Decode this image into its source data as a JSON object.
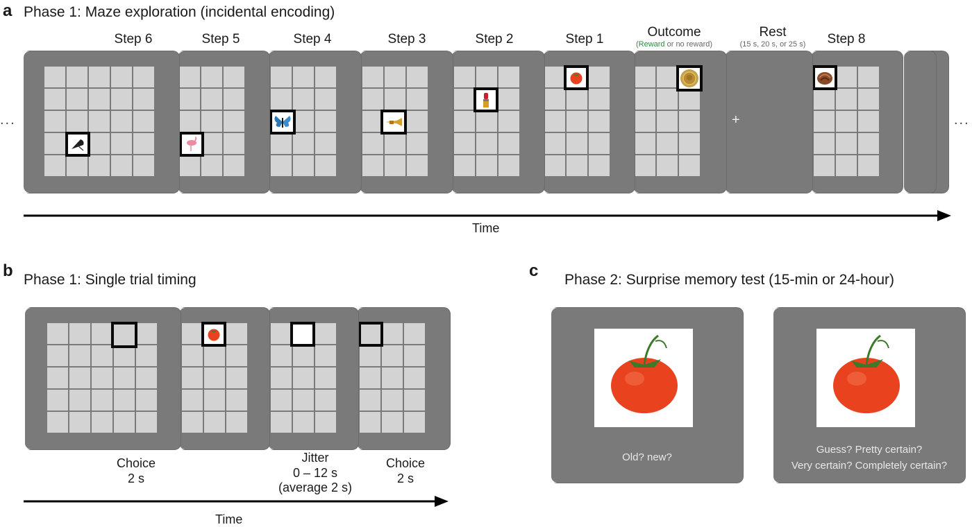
{
  "panel_a": {
    "letter": "a",
    "heading": "Phase 1: Maze exploration (incidental encoding)",
    "step_labels": [
      "Step 6",
      "Step 5",
      "Step 4",
      "Step 3",
      "Step 2",
      "Step 1",
      "Outcome",
      "Rest",
      "Step 8"
    ],
    "outcome_note": {
      "reward": "Reward",
      "rest": " or no reward)",
      "open": "("
    },
    "rest_note": "(15 s, 20 s, or 25 s)",
    "rest_fixation": "+",
    "ellipsis_left": "...",
    "ellipsis_right": "...",
    "time_label": "Time",
    "items": [
      "umbrella-icon",
      "flamingo-icon",
      "butterfly-icon",
      "trumpet-icon",
      "lipstick-icon",
      "tomato-icon",
      "coin-icon",
      "shell-icon"
    ]
  },
  "panel_b": {
    "letter": "b",
    "heading": "Phase 1: Single trial timing",
    "captions": {
      "choice1_title": "Choice",
      "choice1_time": "2 s",
      "jitter_title": "Jitter",
      "jitter_range": "0 – 12 s",
      "jitter_avg": "(average 2 s)",
      "choice2_title": "Choice",
      "choice2_time": "2 s"
    },
    "time_label": "Time"
  },
  "panel_c": {
    "letter": "c",
    "heading": "Phase 2: Surprise memory test (15-min or 24-hour)",
    "left_prompt": "Old? new?",
    "right_prompt_line1": "Guess? Pretty certain?",
    "right_prompt_line2": "Very certain? Completely certain?"
  },
  "colors": {
    "screen": "#7a7a7a",
    "cell": "#d3d3d3",
    "reward_green": "#2e8b3e",
    "tomato": "#e8421f"
  }
}
